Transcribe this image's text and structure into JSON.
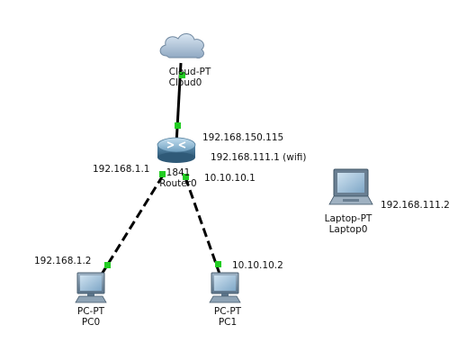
{
  "devices": {
    "cloud": {
      "type": "Cloud-PT",
      "name": "Cloud0"
    },
    "router": {
      "type": "1841",
      "name": "Router0"
    },
    "pc0": {
      "type": "PC-PT",
      "name": "PC0"
    },
    "pc1": {
      "type": "PC-PT",
      "name": "PC1"
    },
    "laptop": {
      "type": "Laptop-PT",
      "name": "Laptop0"
    }
  },
  "addresses": {
    "router_wan": "192.168.150.115",
    "router_wifi": "192.168.111.1 (wifi)",
    "router_lan0": "192.168.1.1",
    "router_lan1": "10.10.10.1",
    "pc0": "192.168.1.2",
    "pc1": "10.10.10.2",
    "laptop": "192.168.111.2"
  },
  "colors": {
    "link": "#000000",
    "port_up": "#22cc22"
  }
}
